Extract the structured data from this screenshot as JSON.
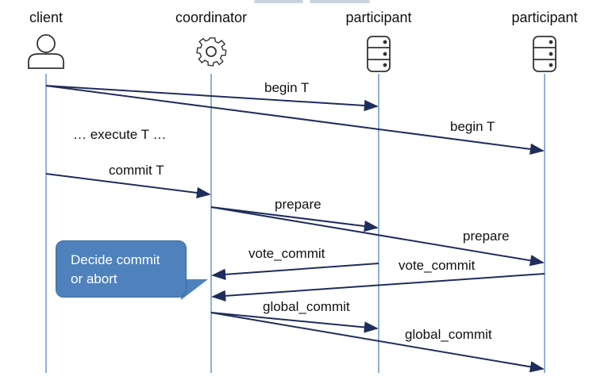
{
  "roles": {
    "client": "client",
    "coordinator": "coordinator",
    "participant1": "participant",
    "participant2": "participant"
  },
  "messages": {
    "begin_t_1": "begin T",
    "begin_t_2": "begin T",
    "execute": "… execute T …",
    "commit_t": "commit T",
    "prepare_1": "prepare",
    "prepare_2": "prepare",
    "vote_commit_1": "vote_commit",
    "vote_commit_2": "vote_commit",
    "global_commit_1": "global_commit",
    "global_commit_2": "global_commit"
  },
  "callout": {
    "line1": "Decide commit",
    "line2": "or abort"
  },
  "icons": {
    "client": "user-icon",
    "coordinator": "gear-icon",
    "participant1": "database-icon",
    "participant2": "database-icon"
  },
  "colors": {
    "lifeline": "#8fb0d8",
    "arrow": "#1f2d5c",
    "callout_fill": "#4f81bd",
    "icon_stroke": "#333333"
  }
}
